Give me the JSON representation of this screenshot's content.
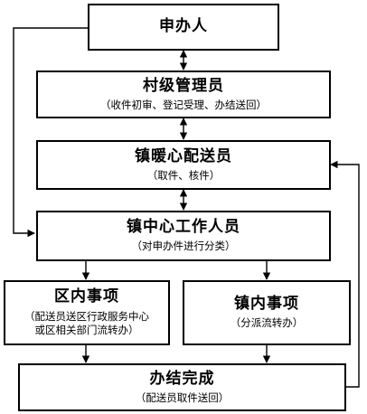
{
  "nodes": {
    "applicant": {
      "title": "申办人"
    },
    "village_admin": {
      "title": "村级管理员",
      "sub": "（收件初审、登记受理、办结送回）"
    },
    "town_warm_courier": {
      "title": "镇暖心配送员",
      "sub": "（取件、核件）"
    },
    "town_center_staff": {
      "title": "镇中心工作人员",
      "sub": "（对申办件进行分类）"
    },
    "district_matters": {
      "title": "区内事项",
      "sub_line1": "（配送员送区行政服务中心",
      "sub_line2": "或区相关部门流转办）"
    },
    "town_matters": {
      "title": "镇内事项",
      "sub": "（分派流转办）"
    },
    "completed": {
      "title": "办结完成",
      "sub": "（配送员取件送回）"
    }
  },
  "colors": {
    "line": "#000000",
    "background": "#ffffff"
  }
}
